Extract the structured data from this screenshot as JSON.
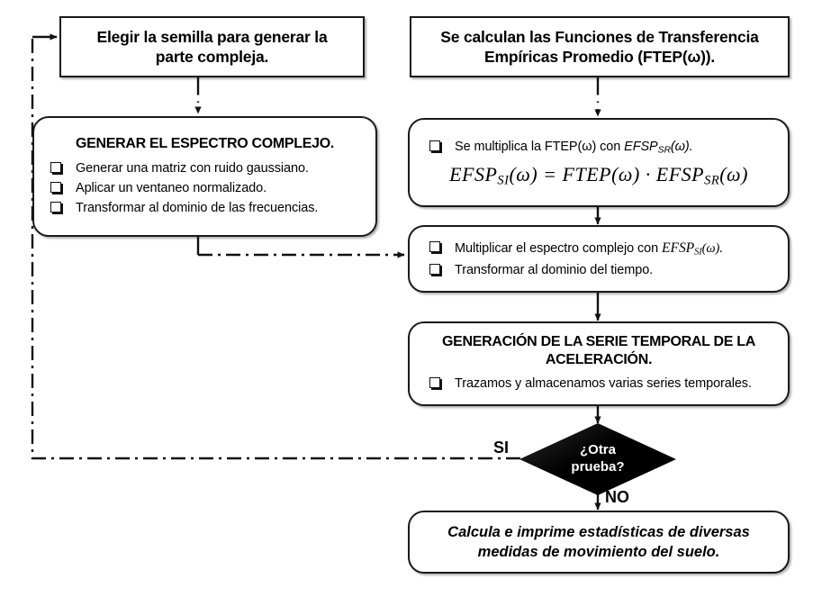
{
  "diagram": {
    "title": "Diagrama de flujo de generacion de series temporales de aceleracion",
    "colors": {
      "background": "#ffffff",
      "stroke": "#1a1a1a",
      "decision_fill": "#000000",
      "decision_text": "#ffffff"
    },
    "nodes": {
      "seed": {
        "shape": "rectangle",
        "line1": "Elegir la semilla para generar la",
        "line2": "parte compleja."
      },
      "ftep": {
        "shape": "rectangle",
        "line1": "Se calculan las Funciones de Transferencia",
        "line2": "Empíricas Promedio (FTEP(ω))."
      },
      "spectrum": {
        "shape": "rounded",
        "heading": "GENERAR EL ESPECTRO COMPLEJO.",
        "bullets": [
          "Generar una matriz con ruido gaussiano.",
          "Aplicar un ventaneo normalizado.",
          "Transformar al dominio de las frecuencias."
        ]
      },
      "multiply_ftep": {
        "shape": "rounded",
        "bullet": "Se multiplica la FTEP(ω) con EFSP_SR(ω).",
        "bullet_prefix": "Se multiplica la FTEP(ω) con ",
        "bullet_var": "EFSP",
        "bullet_var_sub": "SR",
        "bullet_suffix": "(ω).",
        "formula": "EFSP_SI(ω) = FTEP(ω) · EFSP_SR(ω)",
        "formula_parts": {
          "lhs_base": "EFSP",
          "lhs_sub": "SI",
          "lhs_arg": "(ω)",
          "eq": "=",
          "mid": "FTEP(ω)",
          "dot": "·",
          "rhs_base": "EFSP",
          "rhs_sub": "SR",
          "rhs_arg": "(ω)"
        }
      },
      "multiply_spectrum": {
        "shape": "rounded",
        "bullet1_prefix": "Multiplicar el espectro complejo con ",
        "bullet1_var": "EFSP",
        "bullet1_var_sub": "SI",
        "bullet1_suffix": "(ω).",
        "bullet2": "Transformar al dominio del tiempo."
      },
      "timeseries": {
        "shape": "rounded",
        "heading_line1": "GENERACIÓN DE LA SERIE TEMPORAL DE LA",
        "heading_line2": "ACELERACIÓN.",
        "bullets": [
          "Trazamos y almacenamos varias series temporales."
        ]
      },
      "decision": {
        "shape": "diamond",
        "line1": "¿Otra",
        "line2": "prueba?"
      },
      "statistics": {
        "shape": "rounded",
        "line1": "Calcula e imprime estadísticas de diversas",
        "line2": "medidas de movimiento del suelo."
      }
    },
    "edge_labels": {
      "yes": "SI",
      "no": "NO"
    }
  }
}
